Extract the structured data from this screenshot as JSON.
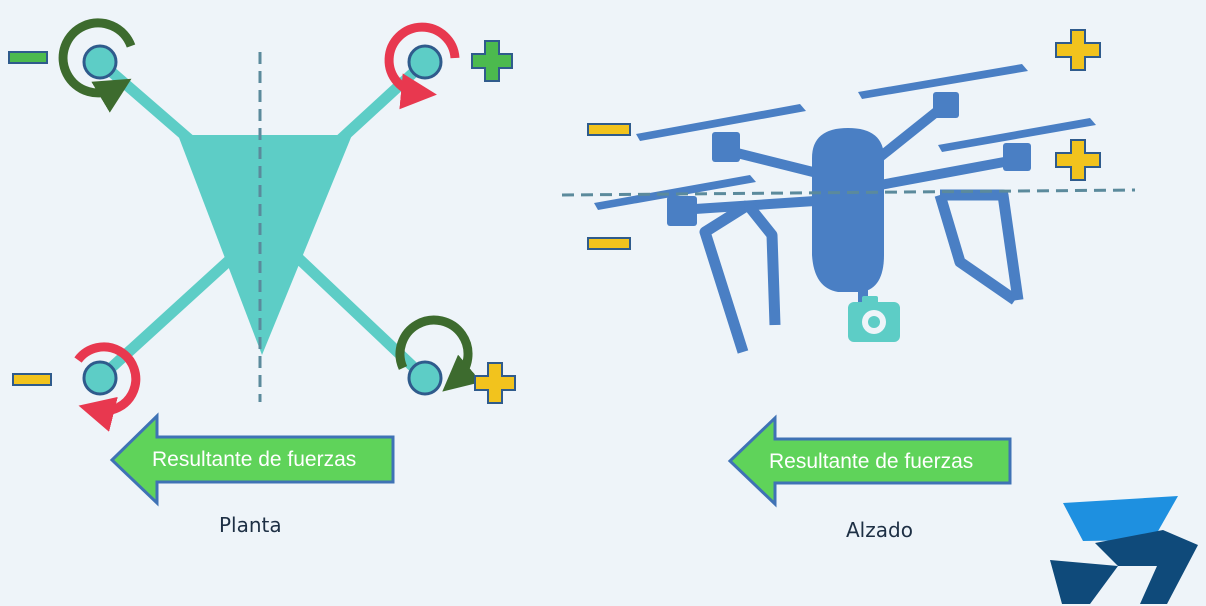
{
  "planta": {
    "arrow_label": "Resultante de fuerzas",
    "caption": "Planta"
  },
  "alzado": {
    "arrow_label": "Resultante de fuerzas",
    "caption": "Alzado"
  },
  "colors": {
    "teal": "#5dcdc6",
    "rotor_stroke": "#2f5b8c",
    "ccw_rotation": "#3d6b2e",
    "cw_rotation": "#e8384f",
    "plus_green": "#4cba4e",
    "minus_green": "#4cba4e",
    "plus_yellow": "#f2c31d",
    "minus_yellow": "#f2c31d",
    "drone_blue": "#4a7fc4",
    "camera_teal": "#5dcdc6",
    "arrow_fill": "#5fd35a",
    "arrow_stroke": "#3f72b5",
    "logo_light": "#1e90e0",
    "logo_dark": "#0f4a7a"
  },
  "icons": {
    "rotation": "rotation-arrow-icon",
    "plus": "plus-sign-icon",
    "minus": "minus-sign-icon",
    "camera": "camera-icon",
    "logo": "brand-logo-icon"
  }
}
